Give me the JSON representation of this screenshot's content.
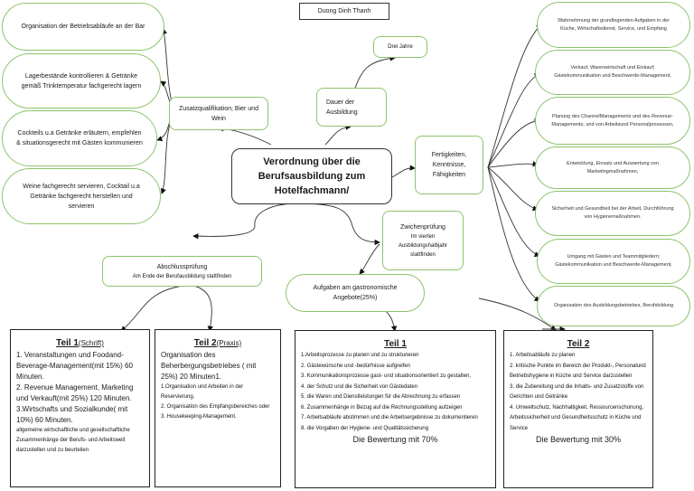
{
  "author": "Duong Dinh Thanh",
  "center": "Verordnung über die Berufsausbildung zum Hotelfachmann/",
  "zusatz": {
    "label": "Zusatzqualifikation; Bier und Wein",
    "items": [
      "Organisation der Betriebsabläufe an der Bar",
      "Lagerbestände kontrollieren & Getränke gemäß Trinktemperatur fachgerecht lagern",
      "Cockteils u.a Getränke erläutern, empfehlen & situationsgerecht mit Gästen kommunieren",
      "Weine fachgerecht servieren, Cocktail u.a Getränke fachgerecht herstellen und servieren"
    ]
  },
  "dauer": {
    "label": "Dauer der Ausbildung",
    "value": "Drei Jahre"
  },
  "fertigkeiten": {
    "label": "Fertigkeiten, Kenntnisse, Fähigkeiten",
    "items": [
      "Wahrnehmung der grundlegenden Aufgaben in der Küche, Wirtschaftsdienst, Service, und Empfang",
      "Verkauf, Warenwirtschaft und Einkauf; Gästekommunikation und Beschwerde-Management,",
      "Planung des ChannelManagements und des Revenue-Managements, und von Arbeitsund Personalprozessen,",
      "Entwicklung, Einsatz und Auswertung von Marketingmaßnahmen,",
      "Sicherheit und Gesundheit bei der Arbeit, Durchführung von Hygienemaßnahmen.",
      "Umgang mit Gästen und Teammitgliedern; Gästekommunikation und Beschwerde-Management,",
      "Organisation des Ausbildungsbetriebes, Berufsbildung"
    ]
  },
  "zwischen": {
    "title": "Zwichenprüfung",
    "text": "Im vierten Ausbildungshalbjahr stattfinden"
  },
  "aufgaben": "Aufgaben am gastronomische Angebote(25%)",
  "abschluss": {
    "title": "Abschlussprüfung",
    "text": "Am Ende der Berufausbildung stattfinden"
  },
  "abschluss_teil1": {
    "title": "Teil 1",
    "sub": "(Schrift)",
    "lines": [
      "1. Veranstaltungen und Foodand-Beverage-Management(mit 15%) 60 Minuten.",
      "2. Revenue Management, Marketing und Verkauft(mit 25%) 120 Minuten.",
      "3.Wirtschafts und Sozialkunde( mit 10%) 60 Minuten."
    ],
    "note": "allgemeine wirtschaftliche und gesellschaftliche Zusammenhänge der Berufs- und Arbeitswelt darzustellen und zu beurteilen"
  },
  "abschluss_teil2": {
    "title": "Teil 2",
    "sub": "(Praxis)",
    "intro": "Organisation des Beherbergungsbetriebes ( mit 25%) 20 Minuten1.",
    "lines": [
      "1.Organisation und Arbeiten in der Reservierung.",
      "2. Organisation des Empfangsbereiches oder",
      "3. Housekeeping-Management."
    ]
  },
  "aufgaben_teil1": {
    "title": "Teil 1",
    "lines": [
      "1.Arbeitsprozesse zu planen und zu strukturieren",
      "2. Gästewünsche und -bedürfnisse aufgreifen",
      "3. Kommunikationsprozesse gast- und situationsorientiert zu gestalten,",
      "4. der Schutz und die Sicherheit von Gästedaten",
      "5. die Waren und Dienstleistungen für die Abrechnung zu erfassen",
      "6. Zusammenhänge in Bezug auf die Rechnungsstellung aufzeigen",
      "7. Arbeitsabläufe abstimmen und die Arbeitsergebnisse zu dokumentieren",
      "8. die Vorgaben der Hygiene- und Qualitätssicherung"
    ],
    "rating": "Die Bewertung mit 70%"
  },
  "aufgaben_teil2": {
    "title": "Teil 2",
    "lines": [
      "1. Arbeitsabläufe zu planen",
      "2. kritische Punkte im Bereich der Produkt-, Personalund Betriebshygiene in Küche und Service darzustellen",
      "3. die Zubereitung und die Inhalts- und Zusatzstoffe von Gerichten und Getränke",
      "4. Umweltschutz, Nachhaltigkeit, Ressourcenschonung, Arbeitssicherheit und Gesundheitsschutz in Küche und Service"
    ],
    "rating": "Die Bewertung mit 30%"
  },
  "colors": {
    "node_border": "#8cc46a",
    "center_border": "#333333",
    "line": "#333333"
  }
}
